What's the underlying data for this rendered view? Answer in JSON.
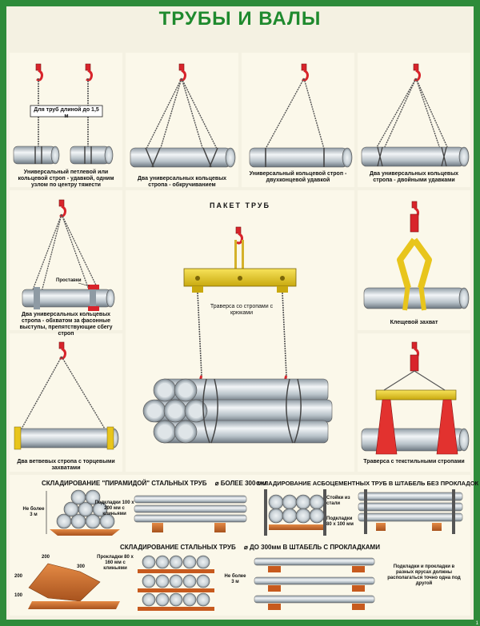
{
  "title": "ТРУБЫ И ВАЛЫ",
  "panels": {
    "p1": {
      "note": "Для труб длиной до 1,5 м",
      "caption": "Универсальный петлевой или кольцевой строп - удавкой, одним узлом по центру тяжести"
    },
    "p2": {
      "caption": "Два универсальных кольцевых стропа - обкручиванием"
    },
    "p3": {
      "caption": "Универсальный кольцевой строп - двухконцевой удавкой"
    },
    "p4": {
      "caption": "Два универсальных кольцевых стропа - двойными удавками"
    },
    "p5": {
      "label": "Проставки",
      "caption": "Два универсальных кольцевых стропа - обхватом за фасонные выступы, препятствующие сбегу строп"
    },
    "center": {
      "heading": "ПАКЕТ ТРУБ",
      "label": "Траверса со стропами с крюками"
    },
    "p7": {
      "caption": "Клещевой захват"
    },
    "p8": {
      "caption": "Два ветвевых стропа с торцевыми захватами"
    },
    "p9": {
      "caption": "Траверса с текстильными стропами"
    }
  },
  "storage": {
    "pyramid_heading": "СКЛАДИРОВАНИЕ \"ПИРАМИДОЙ\" СТАЛЬНЫХ ТРУБ",
    "pyramid_size": "⌀ БОЛЕЕ 300 мм",
    "pyramid_height": "Не более 3 м",
    "pyramid_pads": "Подкладки 100 x 200 мм с клиньями",
    "asbestos_heading": "СКЛАДИРОВАНИЕ АСБОЦЕМЕНТНЫХ ТРУБ В ШТАБЕЛЬ БЕЗ ПРОКЛАДОК",
    "asbestos_posts": "Стойки из стали",
    "asbestos_pads": "Подкладки 80 x 100 мм",
    "stack_heading": "СКЛАДИРОВАНИЕ СТАЛЬНЫХ ТРУБ",
    "stack_size": "⌀ ДО 300мм В ШТАБЕЛЬ С ПРОКЛАДКАМИ",
    "stack_pads": "Прокладки 80 x 160 мм с клиньями",
    "stack_height": "Не более 3 м",
    "stack_note": "Подкладки и прокладки в разных ярусах должны располагаться точно одна под другой",
    "dim_200": "200",
    "dim_100": "100",
    "dim_200b": "200",
    "dim_300": "300"
  },
  "page_number": "1"
}
